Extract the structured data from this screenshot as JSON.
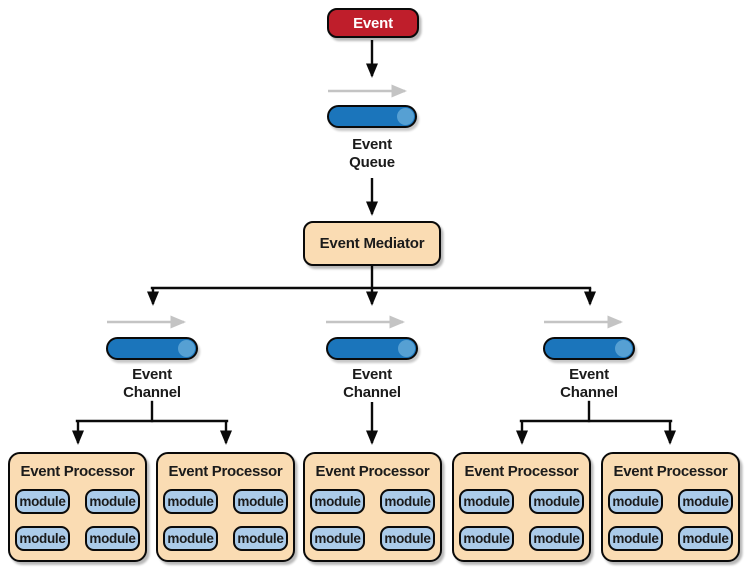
{
  "diagram": {
    "event_label": "Event",
    "queue_label": {
      "line1": "Event",
      "line2": "Queue"
    },
    "mediator_label": "Event Mediator",
    "channels": [
      {
        "label": {
          "line1": "Event",
          "line2": "Channel"
        }
      },
      {
        "label": {
          "line1": "Event",
          "line2": "Channel"
        }
      },
      {
        "label": {
          "line1": "Event",
          "line2": "Channel"
        }
      }
    ],
    "processors": [
      {
        "title": "Event Processor",
        "modules": [
          "module",
          "module",
          "module",
          "module"
        ]
      },
      {
        "title": "Event Processor",
        "modules": [
          "module",
          "module",
          "module",
          "module"
        ]
      },
      {
        "title": "Event Processor",
        "modules": [
          "module",
          "module",
          "module",
          "module"
        ]
      },
      {
        "title": "Event Processor",
        "modules": [
          "module",
          "module",
          "module",
          "module"
        ]
      },
      {
        "title": "Event Processor",
        "modules": [
          "module",
          "module",
          "module",
          "module"
        ]
      }
    ]
  },
  "colors": {
    "event_red": "#bf1e2b",
    "cylinder_blue": "#1b75bb",
    "cylinder_cap_blue": "#56a0d3",
    "box_tan": "#fadcb3",
    "module_blue": "#abcbe9",
    "arrow_gray": "#c4c4c4",
    "line_black": "#0a0a0a"
  }
}
